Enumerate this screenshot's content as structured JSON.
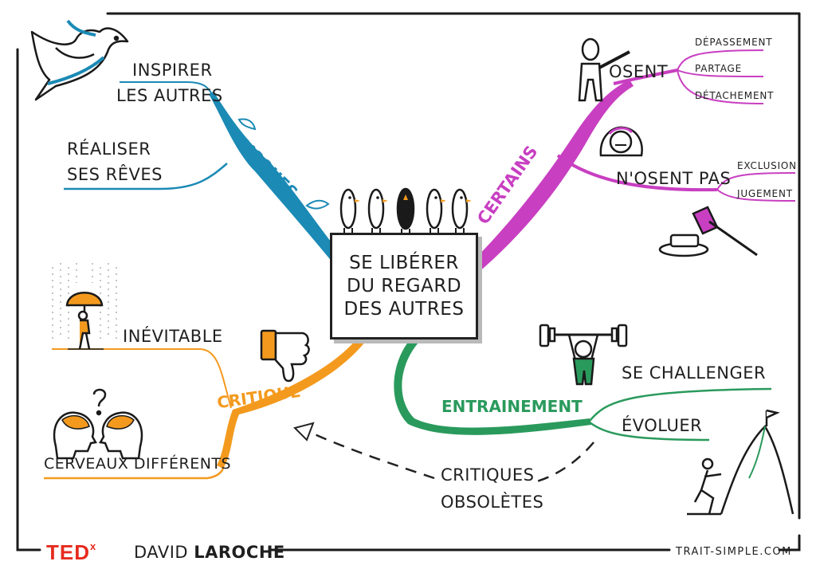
{
  "center": {
    "line1": "SE LIBÉRER",
    "line2": "DU REGARD",
    "line3": "DES AUTRES"
  },
  "branches": {
    "risques": {
      "label": "RISQUES",
      "color": "#1b8ab5",
      "leaves": [
        "INSPIRER",
        "LES AUTRES",
        "RÉALISER",
        "SES RÊVES"
      ]
    },
    "certains": {
      "label": "CERTAINS",
      "color": "#c83fc1",
      "osent": "OSENT",
      "osent_items": [
        "DÉPASSEMENT",
        "PARTAGE",
        "DÉTACHEMENT"
      ],
      "nosent": "N'OSENT PAS",
      "nosent_items": [
        "EXCLUSION",
        "JUGEMENT"
      ]
    },
    "critique": {
      "label": "CRITIQUE",
      "color": "#f39a1e",
      "leaves": [
        "INÉVITABLE",
        "CERVEAUX DIFFÉRENTS"
      ]
    },
    "entrainement": {
      "label": "ENTRAINEMENT",
      "color": "#2a9a5c",
      "leaves": [
        "SE CHALLENGER",
        "ÉVOLUER"
      ]
    }
  },
  "floating": {
    "line1": "CRITIQUES",
    "line2": "OBSOLÈTES"
  },
  "footer": {
    "ted": "TED",
    "ted_x": "x",
    "name_first": "DAVID",
    "name_last": "LAROCHE",
    "site": "TRAIT-SIMPLE.COM"
  },
  "icons": [
    "dove-icon",
    "person-pointing-icon",
    "worried-person-icon",
    "gavel-icon",
    "birds-icon",
    "umbrella-person-icon",
    "thumbs-down-icon",
    "two-heads-icon",
    "weightlifter-icon",
    "mountain-climber-icon"
  ]
}
